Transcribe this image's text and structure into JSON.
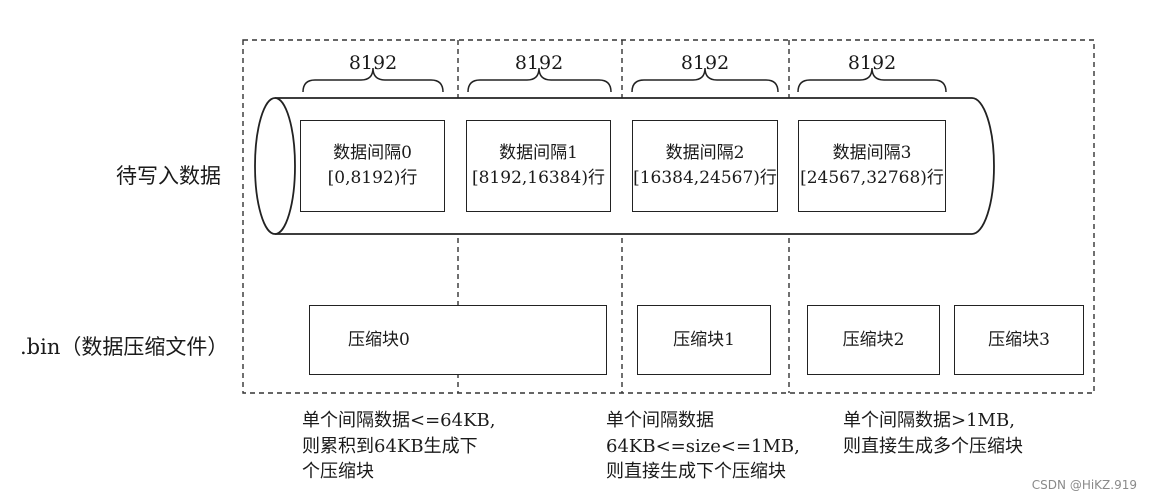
{
  "row_labels": {
    "input": "待写入数据",
    "bin": ".bin（数据压缩文件）"
  },
  "granules": [
    {
      "count": "8192",
      "title": "数据间隔0",
      "range": "[0,8192)行"
    },
    {
      "count": "8192",
      "title": "数据间隔1",
      "range": "[8192,16384)行"
    },
    {
      "count": "8192",
      "title": "数据间隔2",
      "range": "[16384,24567)行"
    },
    {
      "count": "8192",
      "title": "数据间隔3",
      "range": "[24567,32768)行"
    }
  ],
  "blocks": [
    "压缩块0",
    "压缩块1",
    "压缩块2",
    "压缩块3"
  ],
  "notes": [
    "单个间隔数据<=64KB,\n则累积到64KB生成下\n个压缩块",
    "单个间隔数据\n64KB<=size<=1MB,\n则直接生成下个压缩块",
    "单个间隔数据>1MB,\n则直接生成多个压缩块"
  ],
  "watermark": "CSDN @HiKZ.919",
  "colors": {
    "stroke": "#222222",
    "background": "#ffffff"
  }
}
